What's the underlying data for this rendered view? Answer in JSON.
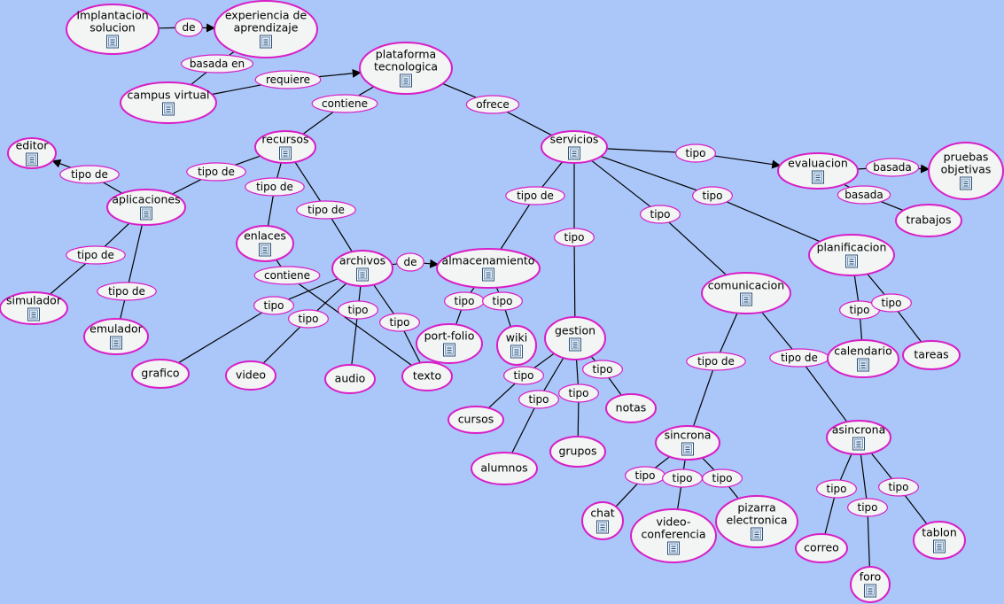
{
  "concepts": [
    {
      "id": "implantacion",
      "lines": [
        "Implantacion",
        "solucion"
      ],
      "icon": true
    },
    {
      "id": "experiencia",
      "lines": [
        "experiencia de",
        "aprendizaje"
      ],
      "icon": true
    },
    {
      "id": "campus",
      "lines": [
        "campus virtual"
      ],
      "icon": true
    },
    {
      "id": "plataforma",
      "lines": [
        "plataforma",
        "tecnologica"
      ],
      "icon": true
    },
    {
      "id": "recursos",
      "lines": [
        "recursos"
      ],
      "icon": true
    },
    {
      "id": "servicios",
      "lines": [
        "servicios"
      ],
      "icon": true
    },
    {
      "id": "editor",
      "lines": [
        "editor"
      ],
      "icon": true
    },
    {
      "id": "aplicaciones",
      "lines": [
        "aplicaciones"
      ],
      "icon": true
    },
    {
      "id": "simulador",
      "lines": [
        "simulador"
      ],
      "icon": true
    },
    {
      "id": "emulador",
      "lines": [
        "emulador"
      ],
      "icon": true
    },
    {
      "id": "enlaces",
      "lines": [
        "enlaces"
      ],
      "icon": true
    },
    {
      "id": "archivos",
      "lines": [
        "archivos"
      ],
      "icon": true
    },
    {
      "id": "grafico",
      "lines": [
        "grafico"
      ],
      "icon": false
    },
    {
      "id": "video",
      "lines": [
        "video"
      ],
      "icon": false
    },
    {
      "id": "audio",
      "lines": [
        "audio"
      ],
      "icon": false
    },
    {
      "id": "texto",
      "lines": [
        "texto"
      ],
      "icon": false
    },
    {
      "id": "almacenamiento",
      "lines": [
        "almacenamiento"
      ],
      "icon": true
    },
    {
      "id": "portfolio",
      "lines": [
        "port-folio"
      ],
      "icon": true
    },
    {
      "id": "wiki",
      "lines": [
        "wiki"
      ],
      "icon": true
    },
    {
      "id": "gestion",
      "lines": [
        "gestion"
      ],
      "icon": true
    },
    {
      "id": "cursos",
      "lines": [
        "cursos"
      ],
      "icon": false
    },
    {
      "id": "alumnos",
      "lines": [
        "alumnos"
      ],
      "icon": false
    },
    {
      "id": "grupos",
      "lines": [
        "grupos"
      ],
      "icon": false
    },
    {
      "id": "notas",
      "lines": [
        "notas"
      ],
      "icon": false
    },
    {
      "id": "evaluacion",
      "lines": [
        "evaluacion"
      ],
      "icon": true
    },
    {
      "id": "pruebas",
      "lines": [
        "pruebas",
        "objetivas"
      ],
      "icon": true
    },
    {
      "id": "trabajos",
      "lines": [
        "trabajos"
      ],
      "icon": false
    },
    {
      "id": "planificacion",
      "lines": [
        "planificacion"
      ],
      "icon": true
    },
    {
      "id": "calendario",
      "lines": [
        "calendario"
      ],
      "icon": true
    },
    {
      "id": "tareas",
      "lines": [
        "tareas"
      ],
      "icon": false
    },
    {
      "id": "comunicacion",
      "lines": [
        "comunicacion"
      ],
      "icon": true
    },
    {
      "id": "sincrona",
      "lines": [
        "sincrona"
      ],
      "icon": true
    },
    {
      "id": "chat",
      "lines": [
        "chat"
      ],
      "icon": true
    },
    {
      "id": "videoconf",
      "lines": [
        "video-",
        "conferencia"
      ],
      "icon": true
    },
    {
      "id": "pizarra",
      "lines": [
        "pizarra",
        "electronica"
      ],
      "icon": true
    },
    {
      "id": "asincrona",
      "lines": [
        "asincrona"
      ],
      "icon": true
    },
    {
      "id": "correo",
      "lines": [
        "correo"
      ],
      "icon": false
    },
    {
      "id": "foro",
      "lines": [
        "foro"
      ],
      "icon": true
    },
    {
      "id": "tablon",
      "lines": [
        "tablon"
      ],
      "icon": true
    }
  ],
  "links": [
    {
      "id": "l_de1",
      "text": "de"
    },
    {
      "id": "l_basada_en",
      "text": "basada en"
    },
    {
      "id": "l_requiere",
      "text": "requiere"
    },
    {
      "id": "l_contiene1",
      "text": "contiene"
    },
    {
      "id": "l_ofrece",
      "text": "ofrece"
    },
    {
      "id": "l_tipode_apl",
      "text": "tipo de"
    },
    {
      "id": "l_tipode_editor",
      "text": "tipo de"
    },
    {
      "id": "l_tipode_sim",
      "text": "tipo de"
    },
    {
      "id": "l_tipode_emu",
      "text": "tipo de"
    },
    {
      "id": "l_tipode_enl",
      "text": "tipo de"
    },
    {
      "id": "l_tipode_arch",
      "text": "tipo de"
    },
    {
      "id": "l_contiene2",
      "text": "contiene"
    },
    {
      "id": "l_de2",
      "text": "de"
    },
    {
      "id": "l_tipo_graf",
      "text": "tipo"
    },
    {
      "id": "l_tipo_vid",
      "text": "tipo"
    },
    {
      "id": "l_tipo_aud",
      "text": "tipo"
    },
    {
      "id": "l_tipo_txt",
      "text": "tipo"
    },
    {
      "id": "l_tipo_pf",
      "text": "tipo"
    },
    {
      "id": "l_tipo_wiki",
      "text": "tipo"
    },
    {
      "id": "l_tipode_alm",
      "text": "tipo de"
    },
    {
      "id": "l_tipo_gest",
      "text": "tipo"
    },
    {
      "id": "l_tipo_cur",
      "text": "tipo"
    },
    {
      "id": "l_tipo_alu",
      "text": "tipo"
    },
    {
      "id": "l_tipo_gru",
      "text": "tipo"
    },
    {
      "id": "l_tipo_not",
      "text": "tipo"
    },
    {
      "id": "l_tipo_eval",
      "text": "tipo"
    },
    {
      "id": "l_basada1",
      "text": "basada"
    },
    {
      "id": "l_basada2",
      "text": "basada"
    },
    {
      "id": "l_tipo_plan",
      "text": "tipo"
    },
    {
      "id": "l_tipo_com",
      "text": "tipo"
    },
    {
      "id": "l_tipo_cal",
      "text": "tipo"
    },
    {
      "id": "l_tipo_tar",
      "text": "tipo"
    },
    {
      "id": "l_tipode_sin",
      "text": "tipo de"
    },
    {
      "id": "l_tipode_asin",
      "text": "tipo de"
    },
    {
      "id": "l_tipo_chat",
      "text": "tipo"
    },
    {
      "id": "l_tipo_vc",
      "text": "tipo"
    },
    {
      "id": "l_tipo_piz",
      "text": "tipo"
    },
    {
      "id": "l_tipo_corr",
      "text": "tipo"
    },
    {
      "id": "l_tipo_foro",
      "text": "tipo"
    },
    {
      "id": "l_tipo_tab",
      "text": "tipo"
    }
  ],
  "colors": {
    "background": "#abc7fa",
    "node_fill": "#f2f5f4",
    "node_border": "#d81ec6"
  }
}
